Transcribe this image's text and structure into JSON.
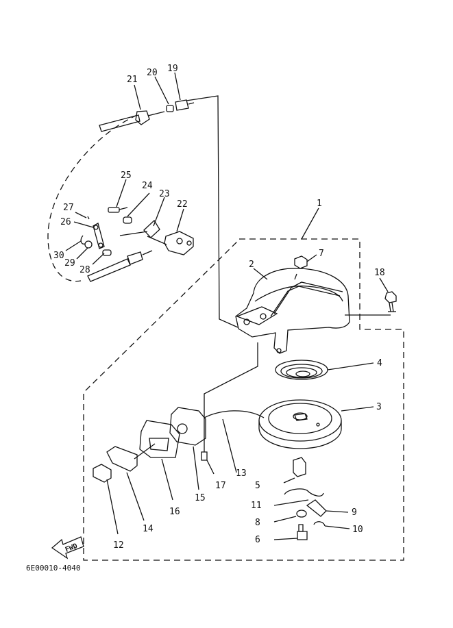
{
  "diagram": {
    "code": "6E00010-4040",
    "fwd_label": "FWD",
    "parts": {
      "p1": "1",
      "p2": "2",
      "p3": "3",
      "p4": "4",
      "p5": "5",
      "p6": "6",
      "p7": "7",
      "p8": "8",
      "p9": "9",
      "p10": "10",
      "p11": "11",
      "p12": "12",
      "p13": "13",
      "p14": "14",
      "p15": "15",
      "p16": "16",
      "p17": "17",
      "p18": "18",
      "p19": "19",
      "p20": "20",
      "p21": "21",
      "p22": "22",
      "p23": "23",
      "p24": "24",
      "p25": "25",
      "p26": "26",
      "p27": "27",
      "p28": "28",
      "p29": "29",
      "p30": "30"
    }
  }
}
